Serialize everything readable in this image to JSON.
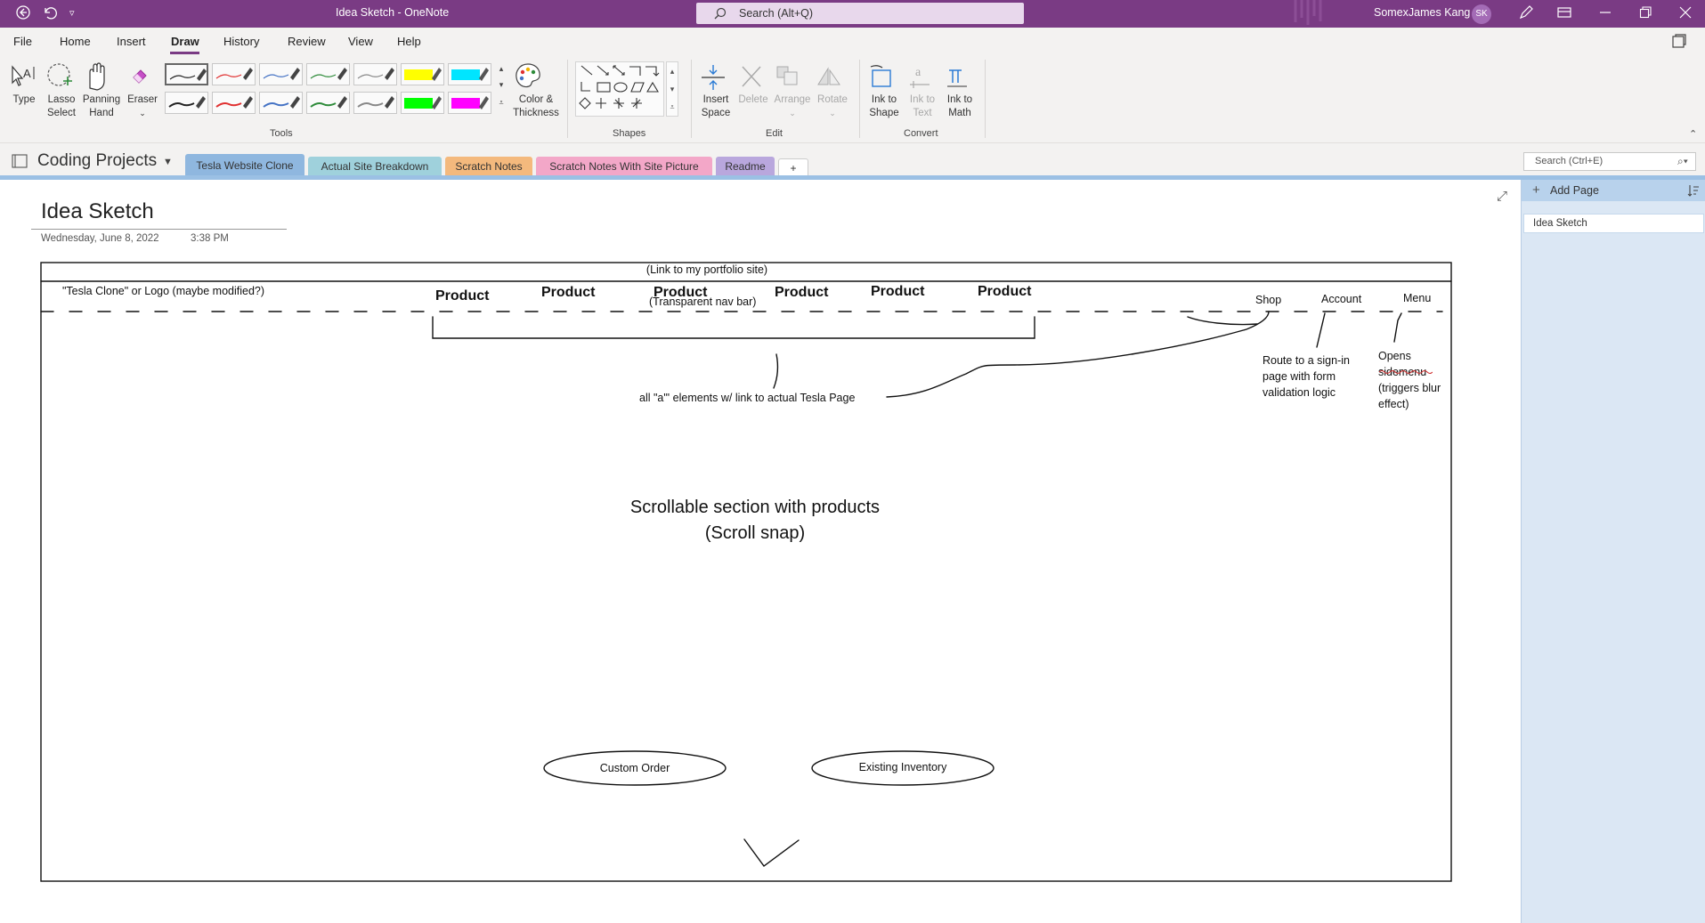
{
  "window": {
    "title": "Idea Sketch  -  OneNote",
    "search_placeholder": "Search (Alt+Q)",
    "user_name": "SomexJames Kang",
    "user_initials": "SK"
  },
  "menu": {
    "items": [
      "File",
      "Home",
      "Insert",
      "Draw",
      "History",
      "Review",
      "View",
      "Help"
    ]
  },
  "ribbon": {
    "tools": {
      "type": "Type",
      "lasso": "Lasso Select",
      "panning": "Panning Hand",
      "eraser": "Eraser",
      "color_thickness": "Color & Thickness",
      "group": "Tools"
    },
    "shapes_group": "Shapes",
    "edit": {
      "insert_space": "Insert Space",
      "delete": "Delete",
      "arrange": "Arrange",
      "rotate": "Rotate",
      "group": "Edit"
    },
    "convert": {
      "ink_to_shape": "Ink to Shape",
      "ink_to_text": "Ink to Text",
      "ink_to_math": "Ink to Math",
      "group": "Convert"
    },
    "pen_colors_row1": [
      "#222222",
      "#e03030",
      "#4472c4",
      "#2e8b3a",
      "#888888",
      "#ffff00",
      "#00e5ff"
    ],
    "pen_colors_row2": [
      "#222222",
      "#e03030",
      "#4472c4",
      "#2e8b3a",
      "#888888",
      "#00ff00",
      "#ff00ff"
    ]
  },
  "notebook": {
    "name": "Coding Projects",
    "tabs": [
      {
        "label": "Tesla Website Clone",
        "color": "#8fb7df"
      },
      {
        "label": "Actual Site Breakdown",
        "color": "#9fd1dc"
      },
      {
        "label": "Scratch Notes",
        "color": "#f4b97d"
      },
      {
        "label": "Scratch Notes With Site Picture",
        "color": "#f3a7c8"
      },
      {
        "label": "Readme",
        "color": "#b9a7dd"
      }
    ],
    "add_tab": "+",
    "search_placeholder": "Search (Ctrl+E)"
  },
  "pages_pane": {
    "add_page": "Add Page",
    "pages": [
      "Idea Sketch"
    ]
  },
  "page": {
    "title": "Idea Sketch",
    "date": "Wednesday, June 8, 2022",
    "time": "3:38 PM",
    "notes": {
      "portfolio_link": "(Link to my portfolio site)",
      "logo": "\"Tesla Clone\" or Logo (maybe modified?)",
      "products": [
        "Product",
        "Product",
        "Product",
        "Product",
        "Product",
        "Product"
      ],
      "transparent_nav": "(Transparent nav bar)",
      "shop": "Shop",
      "account": "Account",
      "menu": "Menu",
      "a_elements": "all \"a\"' elements w/ link to actual Tesla Page",
      "route_signin": "Route to a sign-in page with form validation logic",
      "opens_sidemenu": "Opens sidemenu (triggers blur effect)",
      "scrollable": "Scrollable section with products",
      "scroll_snap": "(Scroll snap)",
      "custom_order": "Custom Order",
      "existing_inventory": "Existing Inventory"
    }
  }
}
